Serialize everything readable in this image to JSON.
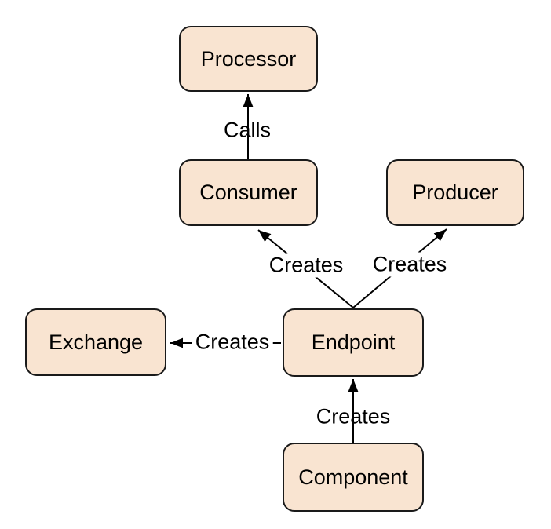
{
  "colors": {
    "background": "#ffffff",
    "node_fill": "#f9e4d1",
    "node_border": "#1a1a1a",
    "line": "#000000",
    "text": "#000000"
  },
  "nodes": {
    "processor": "Processor",
    "consumer": "Consumer",
    "producer": "Producer",
    "exchange": "Exchange",
    "endpoint": "Endpoint",
    "component": "Component"
  },
  "edges": {
    "consumer_calls_processor": "Calls",
    "endpoint_creates_consumer": "Creates",
    "endpoint_creates_producer": "Creates",
    "endpoint_creates_exchange": "Creates",
    "component_creates_endpoint": "Creates"
  },
  "relations": [
    {
      "from": "Consumer",
      "label": "Calls",
      "to": "Processor"
    },
    {
      "from": "Endpoint",
      "label": "Creates",
      "to": "Consumer"
    },
    {
      "from": "Endpoint",
      "label": "Creates",
      "to": "Producer"
    },
    {
      "from": "Endpoint",
      "label": "Creates",
      "to": "Exchange"
    },
    {
      "from": "Component",
      "label": "Creates",
      "to": "Endpoint"
    }
  ]
}
